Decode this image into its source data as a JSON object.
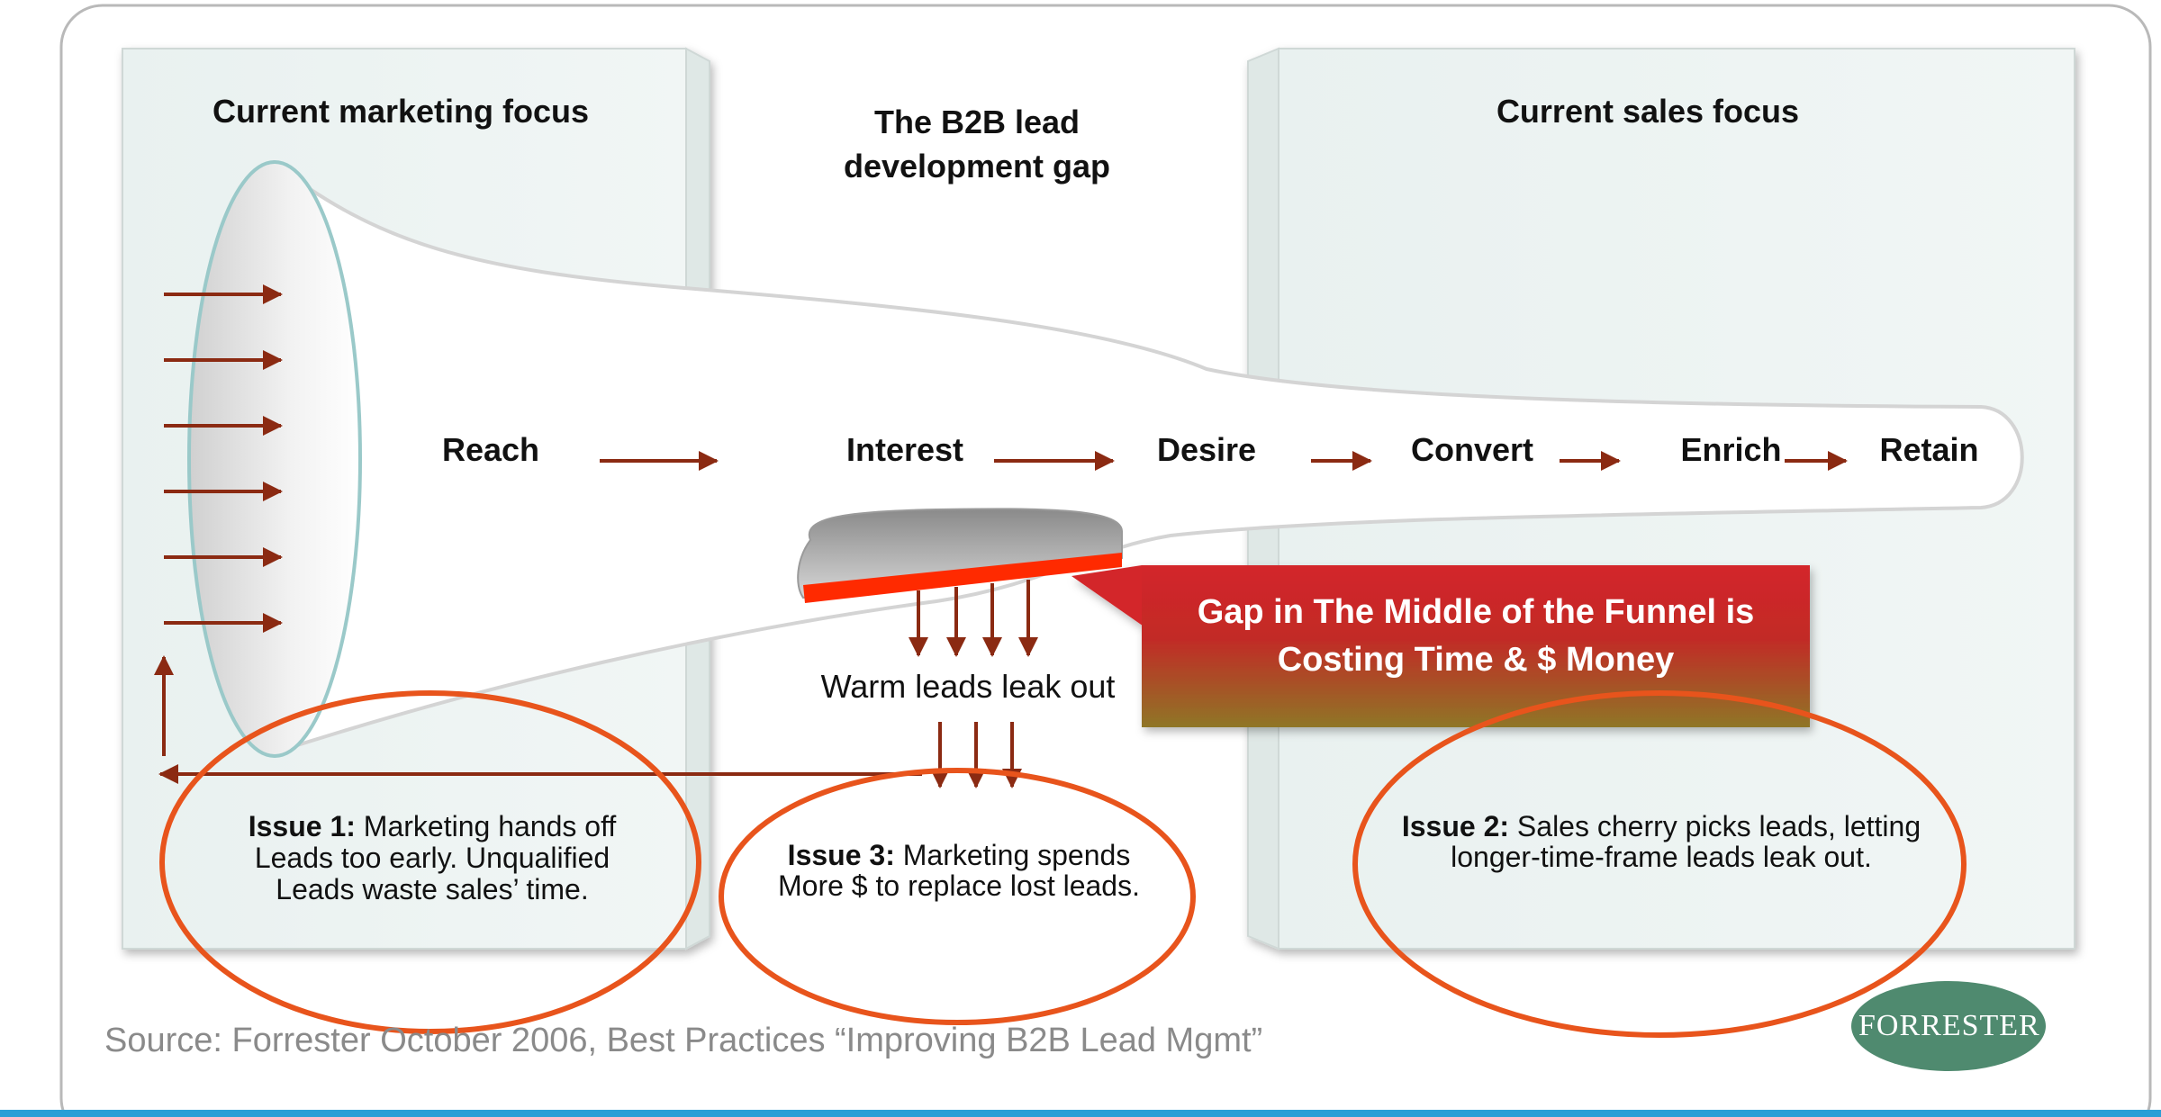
{
  "headings": {
    "marketing": "Current marketing focus",
    "gap_line1": "The B2B lead",
    "gap_line2": "development gap",
    "sales": "Current sales focus"
  },
  "stages": [
    "Reach",
    "Interest",
    "Desire",
    "Convert",
    "Enrich",
    "Retain"
  ],
  "callout": {
    "line1": "Gap in The Middle of the Funnel is",
    "line2": "Costing Time & $ Money"
  },
  "leak_label": "Warm leads leak out",
  "issues": {
    "issue1": {
      "label": "Issue 1:",
      "line1": " Marketing hands off",
      "line2": "Leads too early. Unqualified",
      "line3": "Leads waste sales’ time."
    },
    "issue2": {
      "label": "Issue 2:",
      "line1": " Sales cherry picks leads, letting",
      "line2": "longer-time-frame leads leak out."
    },
    "issue3": {
      "label": "Issue 3:",
      "line1": " Marketing spends",
      "line2": "More $ to replace lost leads."
    }
  },
  "source": "Source: Forrester October 2006, Best Practices “Improving  B2B Lead Mgmt”",
  "logo": "FORRESTER",
  "colors": {
    "arrow": "#8b2a12",
    "ellipse": "#e8541c",
    "gap_bar": "#ff2a00",
    "panel": "#eef4f3",
    "callout_top": "#d3262a",
    "callout_bottom": "#8f7628",
    "logo": "#4f8a6f"
  }
}
